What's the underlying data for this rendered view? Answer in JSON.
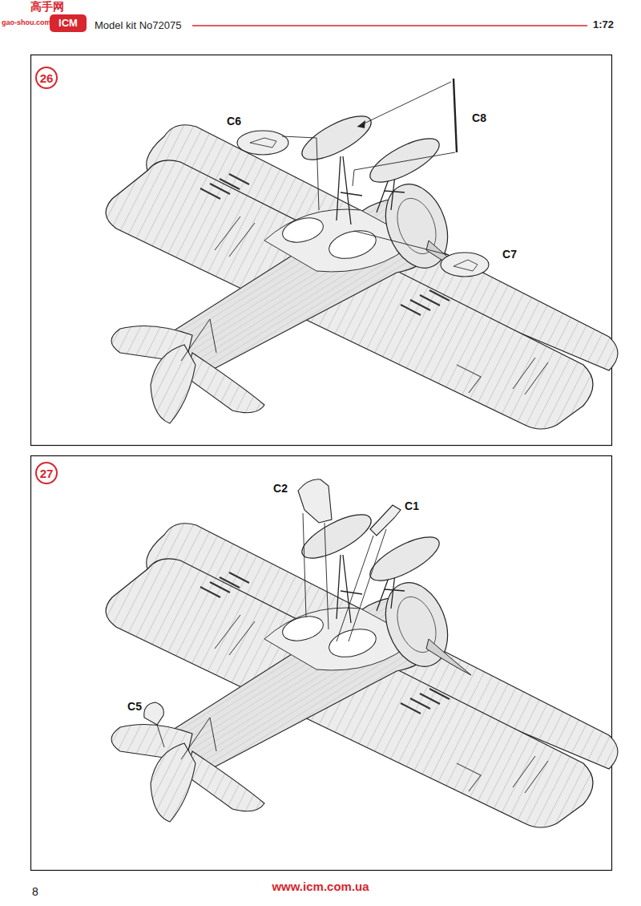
{
  "diagram": {
    "nodes": [
      {
        "text": [
          "26"
        ]
      },
      {
        "text": [
          "27"
        ]
      }
    ],
    "labels": [
      "高手网",
      "gao-shou.com",
      "ICM",
      "Model kit No72075",
      "1:72",
      "C6",
      "C8",
      "C7",
      "C2",
      "C1",
      "C5",
      "8",
      "www.icm.com.ua"
    ]
  }
}
